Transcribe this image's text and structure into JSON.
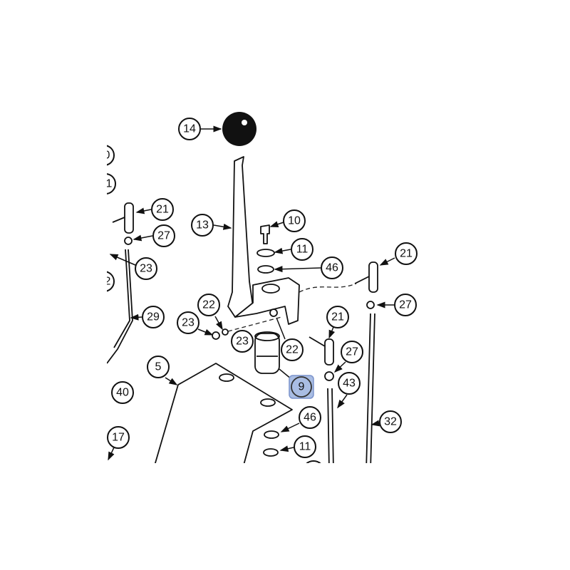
{
  "diagram": {
    "highlight_color": "#a9bde3",
    "callouts": {
      "knob": "14",
      "lever": "13",
      "bolt": "10",
      "washer_top": "11",
      "lockwasher_top": "46",
      "tee_left": "21",
      "nut_left": "27",
      "rod_left": "23",
      "rod_29": "29",
      "nut_22a": "22",
      "nut_23a": "23",
      "nut_23b": "23",
      "nut_22b": "22",
      "tee_right": "21",
      "nut_right": "27",
      "tee_mid": "21",
      "nut_mid": "27",
      "joint": "9",
      "rod_43": "43",
      "plate": "5",
      "rod_32": "32",
      "lockwasher_low": "46",
      "washer_low": "11",
      "part_40": "40",
      "part_17": "17",
      "partial_a": "0",
      "partial_b": "1",
      "partial_c": "2"
    }
  }
}
